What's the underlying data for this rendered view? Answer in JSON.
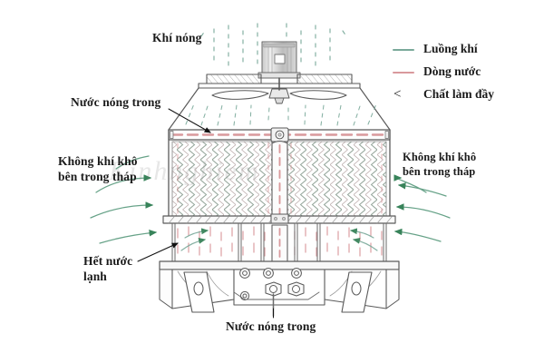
{
  "diagram": {
    "title_alt": "Cooling tower cross-section diagram",
    "background": "#ffffff",
    "line_color": "#5a5a5a",
    "watermark": "Kinhnghiem"
  },
  "colors": {
    "air": "#7aa99a",
    "water": "#d9999c",
    "outline": "#5a5a5a",
    "fill_pattern": "#96a79c",
    "text": "#1a1a1a"
  },
  "legend": {
    "items": [
      {
        "label": "Luồng khí",
        "key": "line",
        "color": "#7aa99a",
        "icon": "air-line-icon"
      },
      {
        "label": "Dòng nước",
        "key": "line",
        "color": "#d9999c",
        "icon": "water-line-icon"
      },
      {
        "label": "Chất làm đầy",
        "key": "chevron",
        "color": "#1a1a1a",
        "icon": "chevron-left-icon"
      }
    ]
  },
  "labels": {
    "hot_air": "Khí nóng",
    "hot_water_in_top": "Nước nóng trong",
    "dry_air_left": "Không khí khô\nbên trong tháp",
    "dry_air_right": "Không khí khô\nbên trong tháp",
    "cold_water_out": "Hết nước\nlạnh",
    "hot_water_in_bottom": "Nước nóng trong"
  },
  "components": {
    "motor": "motor-housing",
    "fan": "fan-blades",
    "shroud": "fan-shroud",
    "distribution_header": "water-distribution-header",
    "fill": "fill-media-pack",
    "riser": "central-water-riser-pipe",
    "rain_zone": "rain-zone",
    "louvers": "air-inlet-louvers",
    "basin": "cold-water-basin",
    "legs": "support-legs",
    "outlet": "cold-water-outlet"
  }
}
